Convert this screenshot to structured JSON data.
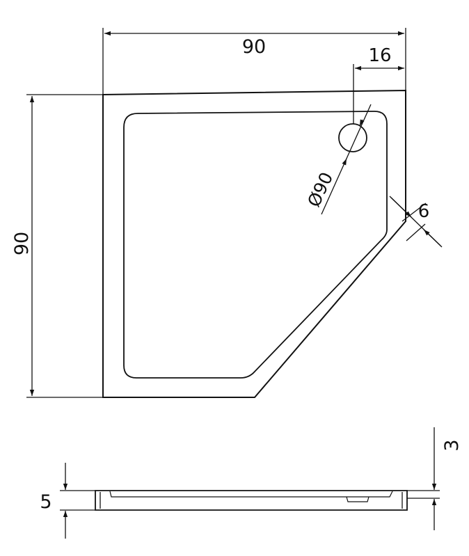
{
  "diagram": {
    "top_view": {
      "width_label": "90",
      "height_label": "90",
      "drain_offset_label": "16",
      "drain_diameter_label": "Ø90",
      "rim_width_label": "6"
    },
    "side_view": {
      "height_label": "5",
      "rim_thickness_label": "3"
    },
    "line_color": "#111111",
    "background_color": "#ffffff"
  }
}
